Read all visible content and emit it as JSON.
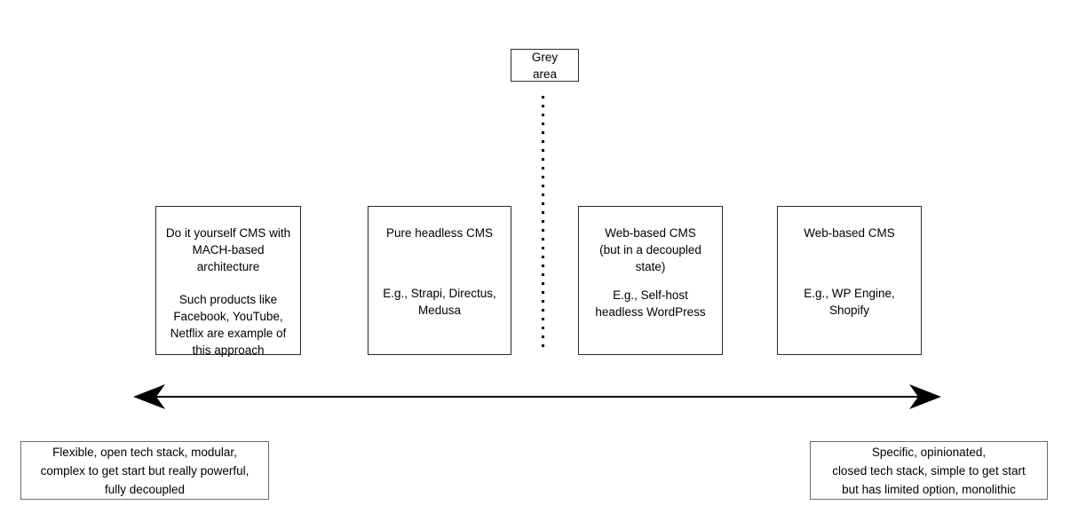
{
  "diagram": {
    "grey_area_label": "Grey area",
    "boxes": [
      {
        "name": "diy-mach-cms",
        "head_lines": [
          "Do it yourself CMS with",
          "MACH-based",
          "architecture"
        ],
        "example_lines": [
          "Such products like",
          "Facebook, YouTube,",
          "Netflix are example of",
          "this approach"
        ]
      },
      {
        "name": "pure-headless-cms",
        "head_lines": [
          "Pure headless CMS"
        ],
        "example_lines": [
          "E.g., Strapi, Directus,",
          "Medusa"
        ]
      },
      {
        "name": "web-based-cms-decoupled",
        "head_lines": [
          "Web-based CMS",
          "(but in a decoupled",
          "state)"
        ],
        "example_lines": [
          "E.g., Self-host",
          "headless WordPress"
        ]
      },
      {
        "name": "web-based-cms",
        "head_lines": [
          "Web-based CMS"
        ],
        "example_lines": [
          "E.g., WP Engine,",
          "Shopify"
        ]
      }
    ],
    "captions": {
      "left_lines": [
        "Flexible, open tech stack, modular,",
        "complex to get start but really powerful,",
        "fully decoupled"
      ],
      "right_lines": [
        "Specific, opinionated,",
        "closed tech stack, simple to get start",
        "but has limited option, monolithic"
      ]
    },
    "colors": {
      "stroke": "#2b2b2b",
      "caption_stroke": "#6b6b6b",
      "background": "#ffffff",
      "text": "#000000"
    }
  }
}
